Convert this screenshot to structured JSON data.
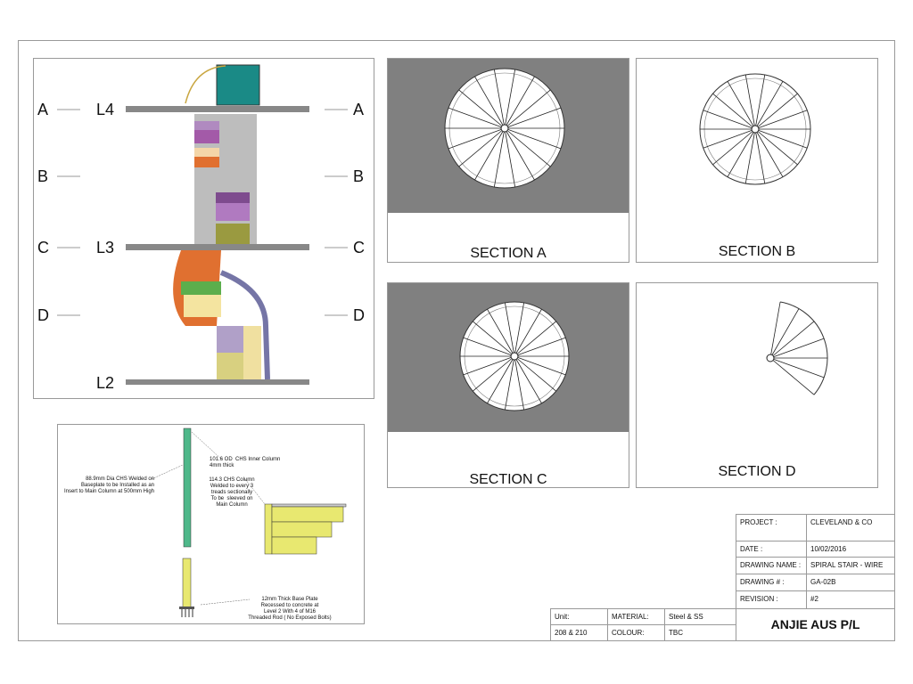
{
  "elevation": {
    "levels": [
      "L4",
      "L3",
      "L2"
    ],
    "section_marks": [
      "A",
      "B",
      "C",
      "D"
    ]
  },
  "sections": [
    {
      "label": "SECTION A",
      "treads": 18,
      "sweep_deg": 360
    },
    {
      "label": "SECTION B",
      "treads": 18,
      "sweep_deg": 360
    },
    {
      "label": "SECTION C",
      "treads": 18,
      "sweep_deg": 360
    },
    {
      "label": "SECTION D",
      "treads": 6,
      "sweep_deg": 120
    }
  ],
  "detail_notes": {
    "inner_column": "101.6 OD  CHS Inner Column\n4mm thick",
    "insert": "88.9mm Dia CHS Welded on\nBaseplate to be Installed as an\nInsert to Main Column at 500mm High",
    "chs_column": "114.3 CHS Column\nWelded to every 3\ntreads sectionally\nTo be  sleeved on\nMain Column",
    "base_plate": "12mm Thick Base Plate\nRecessed to concrete at\nLevel 2 With 4 of M16\nThreaded Rod ( No Exposed Bolts)"
  },
  "title_block": {
    "project_label": "PROJECT :",
    "project": "CLEVELAND & CO",
    "date_label": "DATE :",
    "date": "10/02/2016",
    "drawing_name_label": "DRAWING NAME :",
    "drawing_name": "SPIRAL STAIR - WIRE",
    "drawing_no_label": "DRAWING # :",
    "drawing_no": "GA-02B",
    "revision_label": "REVISION :",
    "revision": "#2",
    "company": "ANJIE AUS P/L",
    "unit_label": "Unit:",
    "unit": "208 & 210",
    "material_label": "MATERIAL:",
    "material": "Steel & SS",
    "colour_label": "COLOUR:",
    "colour": "TBC"
  }
}
